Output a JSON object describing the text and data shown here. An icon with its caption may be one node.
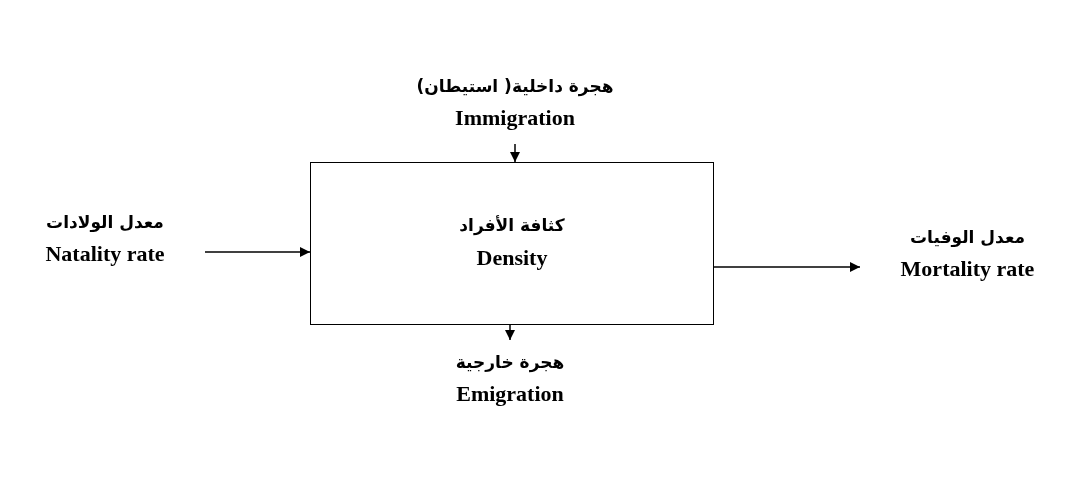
{
  "diagram": {
    "nodes": [
      {
        "text": [
          "كثافة الأفراد",
          "Density"
        ]
      },
      {
        "text": [
          "معدل الولادات",
          "Natality rate"
        ]
      },
      {
        "text": [
          "هجرة داخلية( استيطان)",
          "Immigration"
        ]
      },
      {
        "text": [
          "معدل الوفيات",
          "Mortality rate"
        ]
      },
      {
        "text": [
          "هجرة خارجية",
          "Emigration"
        ]
      }
    ],
    "edges": [
      {
        "from": 1,
        "to": 0,
        "arrow": "to"
      },
      {
        "from": 2,
        "to": 0,
        "arrow": "to"
      },
      {
        "from": 0,
        "to": 3,
        "arrow": "to"
      },
      {
        "from": 0,
        "to": 4,
        "arrow": "to"
      }
    ]
  }
}
